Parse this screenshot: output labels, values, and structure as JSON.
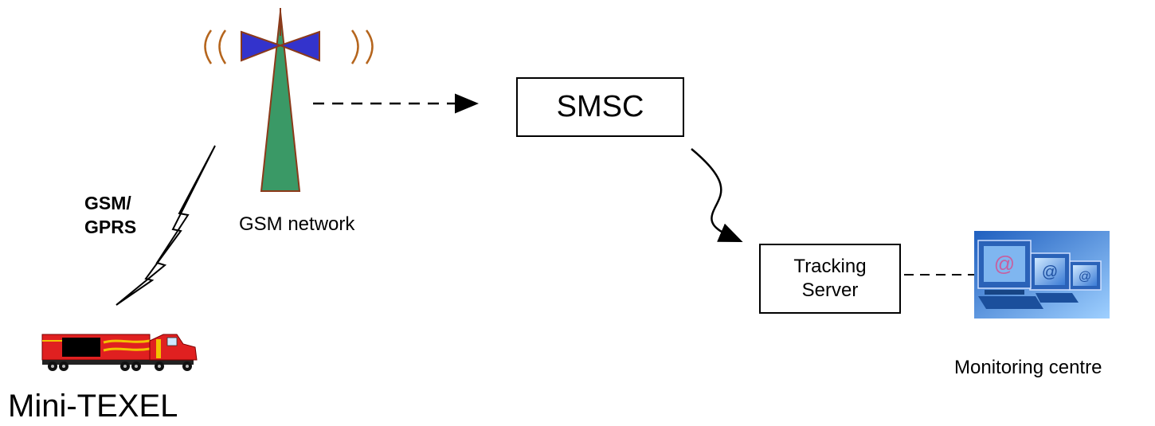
{
  "diagram": {
    "tower": {
      "label": "GSM network",
      "signal_waves_left": "((",
      "signal_waves_right": "))"
    },
    "link": {
      "label_line1": "GSM/",
      "label_line2": "GPRS"
    },
    "smsc": {
      "label": "SMSC"
    },
    "tracking_server": {
      "label_line1": "Tracking",
      "label_line2": "Server"
    },
    "monitoring": {
      "label": "Monitoring centre"
    },
    "device": {
      "label": "Mini-TEXEL"
    }
  },
  "colors": {
    "tower_body": "#3a9966",
    "tower_antenna": "#3333cc",
    "tower_outline": "#8b3a1a",
    "signal_waves": "#b5651d",
    "truck_red": "#e02020",
    "truck_stripe": "#f2c200",
    "monitor_blue": "#3a7bd5"
  },
  "icons": {
    "tower": "radio-tower-icon",
    "truck": "truck-icon",
    "monitoring": "computer-monitors-icon",
    "lightning": "lightning-link-icon"
  }
}
